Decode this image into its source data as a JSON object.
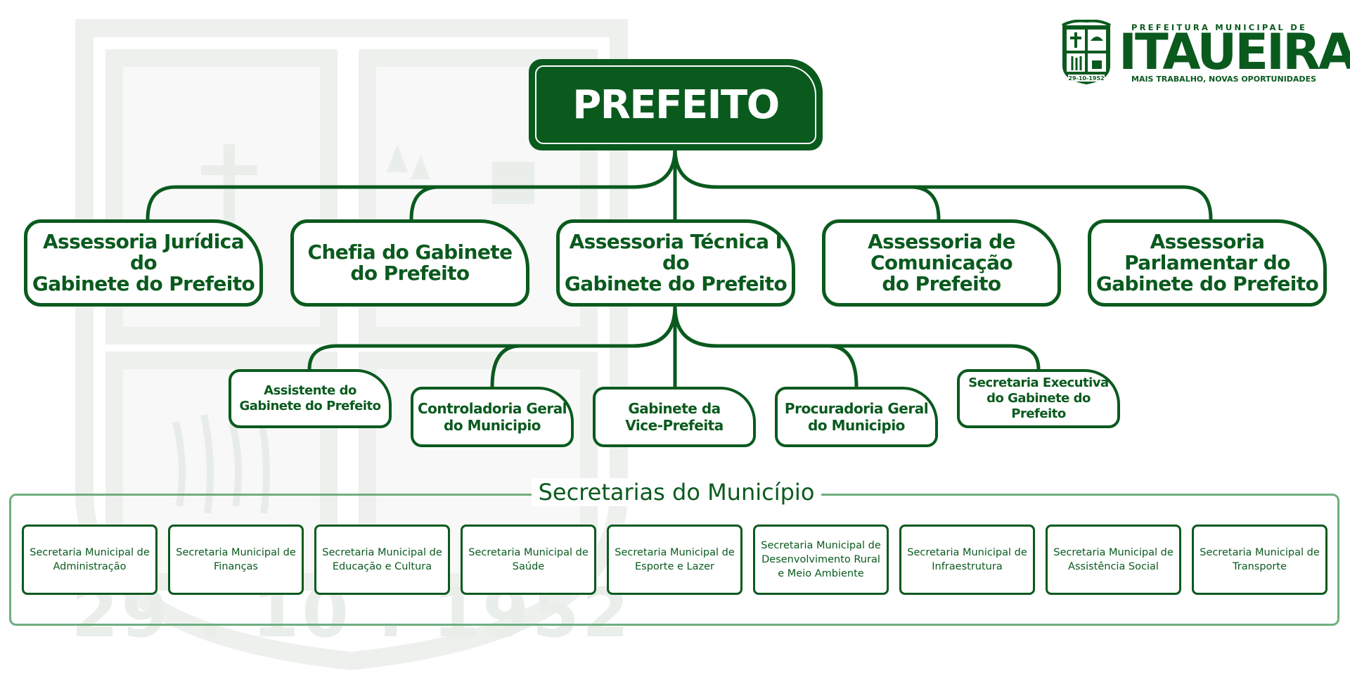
{
  "colors": {
    "primary": "#0a5a1e",
    "frame": "#6fae7e",
    "watermark": "#eef0ee"
  },
  "logo": {
    "top_text": "PREFEITURA MUNICIPAL DE",
    "name": "ITAUEIRA",
    "subtitle": "MAIS TRABALHO, NOVAS OPORTUNIDADES",
    "seal_date": "29-10-1952",
    "icon": "city-seal-icon"
  },
  "watermark": {
    "date": "29 . 10 . 1952",
    "icon": "city-seal-watermark"
  },
  "org": {
    "root": "PREFEITO",
    "level1": [
      {
        "label": "Assessoria Jurídica do\nGabinete do Prefeito"
      },
      {
        "label": "Chefia do Gabinete\ndo Prefeito"
      },
      {
        "label": "Assessoria Técnica I do\nGabinete do Prefeito"
      },
      {
        "label": "Assessoria de\nComunicação\ndo Prefeito"
      },
      {
        "label": "Assessoria\nParlamentar do\nGabinete do Prefeito"
      }
    ],
    "level2": [
      {
        "label": "Assistente do\nGabinete do Prefeito"
      },
      {
        "label": "Controladoria Geral\ndo Municipio"
      },
      {
        "label": "Gabinete da\nVice-Prefeita"
      },
      {
        "label": "Procuradoria Geral\ndo Municipio"
      },
      {
        "label": "Secretaria Executiva\ndo Gabinete do Prefeito"
      }
    ]
  },
  "secretarias": {
    "title": "Secretarias do Município",
    "items": [
      {
        "label": "Secretaria Municipal de\nAdministração"
      },
      {
        "label": "Secretaria Municipal de\nFinanças"
      },
      {
        "label": "Secretaria Municipal de\nEducação e Cultura"
      },
      {
        "label": "Secretaria Municipal de\nSaúde"
      },
      {
        "label": "Secretaria Municipal de\nEsporte e Lazer"
      },
      {
        "label": "Secretaria Municipal de\nDesenvolvimento Rural\ne Meio Ambiente"
      },
      {
        "label": "Secretaria Municipal de\nInfraestrutura"
      },
      {
        "label": "Secretaria Municipal de\nAssistência Social"
      },
      {
        "label": "Secretaria Municipal de\nTransporte"
      }
    ]
  }
}
